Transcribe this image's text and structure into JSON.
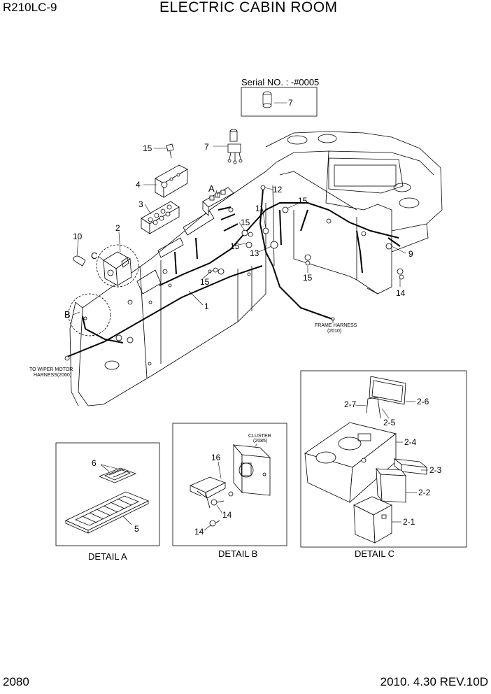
{
  "header": {
    "model": "R210LC-9",
    "title": "ELECTRIC CABIN ROOM"
  },
  "footer": {
    "page": "2080",
    "revision": "2010. 4.30  REV.10D"
  },
  "serial_box": {
    "label": "Serial NO. : -#0005",
    "part": "7"
  },
  "notes": {
    "frame_harness": [
      "FRAME HARNESS",
      "(2010)"
    ],
    "wiper_motor": [
      "TO WIPER MOTOR",
      "HARNESS(2060)"
    ],
    "cluster": [
      "CLUSTER",
      "(2085)"
    ]
  },
  "callouts": {
    "main": [
      "15",
      "7",
      "4",
      "3",
      "2",
      "10",
      "C",
      "B",
      "A",
      "12",
      "11",
      "15",
      "15",
      "15",
      "13",
      "15",
      "1",
      "9",
      "14",
      "15"
    ],
    "detail_a": [
      "6",
      "5"
    ],
    "detail_b": [
      "16",
      "14",
      "14"
    ],
    "detail_c": [
      "2-7",
      "2-6",
      "2-5",
      "2-4",
      "2-3",
      "2-2",
      "2-1"
    ]
  },
  "details": [
    {
      "caption": "DETAIL A"
    },
    {
      "caption": "DETAIL B"
    },
    {
      "caption": "DETAIL C"
    }
  ]
}
